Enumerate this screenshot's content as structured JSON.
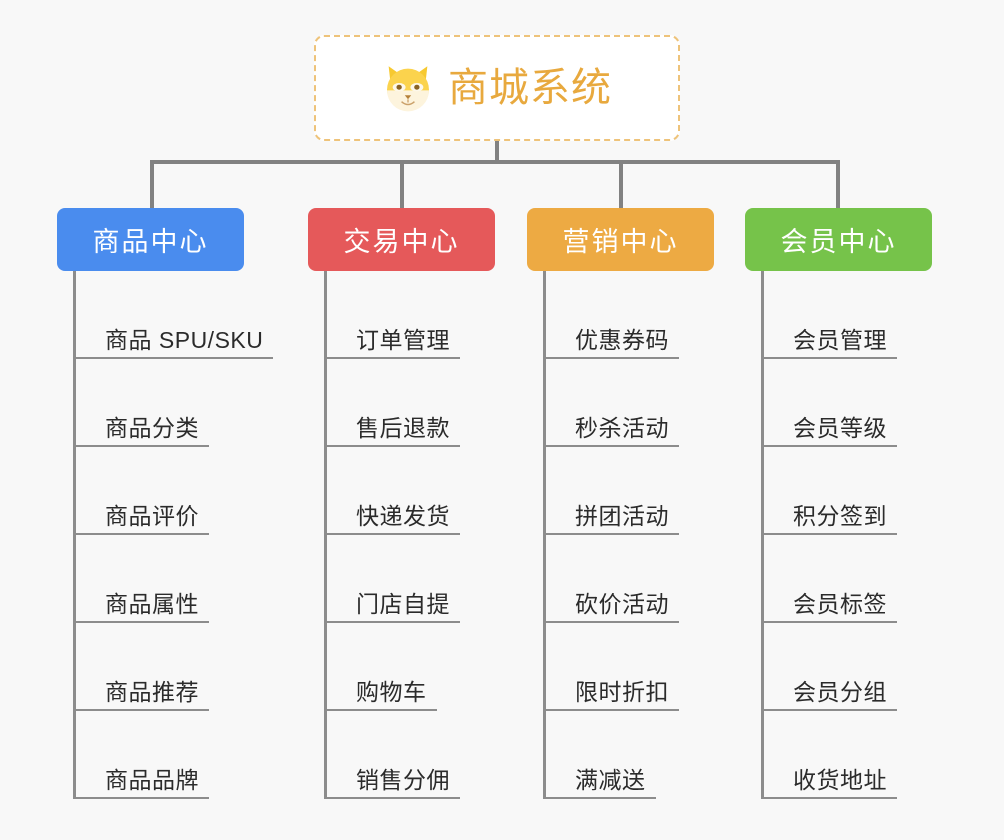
{
  "root": {
    "title": "商城系统",
    "icon": "shiba-dog-face-icon",
    "title_color": "#e8a93e",
    "border_color": "#eec37a",
    "background": "#ffffff"
  },
  "canvas": {
    "background": "#f8f8f8",
    "connector_color": "#828282"
  },
  "branches": [
    {
      "label": "商品中心",
      "color": "#4a8cee",
      "children": [
        "商品 SPU/SKU",
        "商品分类",
        "商品评价",
        "商品属性",
        "商品推荐",
        "商品品牌"
      ]
    },
    {
      "label": "交易中心",
      "color": "#e5595a",
      "children": [
        "订单管理",
        "售后退款",
        "快递发货",
        "门店自提",
        "购物车",
        "销售分佣"
      ]
    },
    {
      "label": "营销中心",
      "color": "#edaa43",
      "children": [
        "优惠券码",
        "秒杀活动",
        "拼团活动",
        "砍价活动",
        "限时折扣",
        "满减送"
      ]
    },
    {
      "label": "会员中心",
      "color": "#76c34a",
      "children": [
        "会员管理",
        "会员等级",
        "积分签到",
        "会员标签",
        "会员分组",
        "收货地址"
      ]
    }
  ]
}
